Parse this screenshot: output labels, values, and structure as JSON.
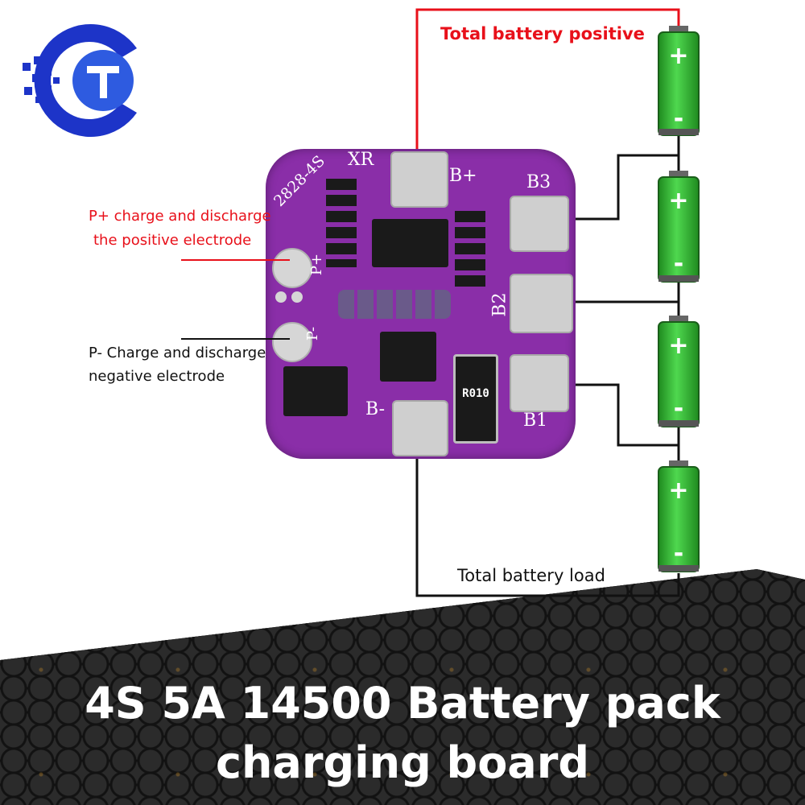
{
  "logo": {
    "name": "company-logo",
    "colors": [
      "#1d34c8",
      "#2e5be0"
    ]
  },
  "board": {
    "model_text": "2828-4S",
    "brand_text": "XR",
    "pad_labels": {
      "b_plus": "B+",
      "b3": "B3",
      "b2": "B2",
      "b1": "B1",
      "b_minus": "B-",
      "p_plus": "P+",
      "p_minus": "P-"
    },
    "resistor_text": "R010",
    "color": "#8a2ea8"
  },
  "labels": {
    "total_positive": "Total battery positive",
    "p_plus_line1": "P+ charge and discharge",
    "p_plus_line2": "the positive electrode",
    "p_minus_line1": "P- Charge and discharge",
    "p_minus_line2": "negative electrode",
    "total_load": "Total battery load"
  },
  "batteries": [
    {
      "plus": "+",
      "minus": "-"
    },
    {
      "plus": "+",
      "minus": "-"
    },
    {
      "plus": "+",
      "minus": "-"
    },
    {
      "plus": "+",
      "minus": "-"
    }
  ],
  "headline": {
    "line1": "4S 5A 14500 Battery pack",
    "line2": "charging board"
  },
  "colors": {
    "wire_red": "#e8101a",
    "wire_black": "#111111",
    "battery_green": "#3ec43e",
    "pad_silver": "#cfcfcf"
  }
}
